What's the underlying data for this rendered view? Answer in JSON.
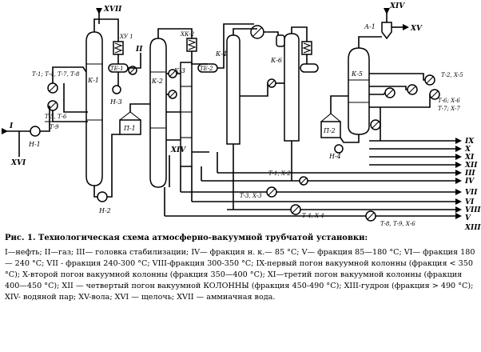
{
  "diagram": {
    "labels": {
      "k1": "К-1",
      "k2": "К-2",
      "k3": "К-3",
      "k4": "К-4",
      "k5": "К-5",
      "k6": "К-6",
      "p1": "П-1",
      "p2": "П-2",
      "n1": "Н-1",
      "n2": "Н-2",
      "n3": "Н-3",
      "n4": "Н-4",
      "xv1": "ХУ 1",
      "xk2": "ХК-2",
      "te1": "ТЕ-1",
      "te2": "ТЕ-2",
      "a1": "А-1",
      "t1_group": "Т-1; Т-4, Т-7, Т-8",
      "t5_t6": "Т-5, Т-6",
      "t9": "Т-9",
      "t1x2": "Т-1, Х-2",
      "t3x3": "Т-3, Х-3",
      "t4x4": "Т-4, Х-4",
      "t8t9x6": "Т-8, Т-9, Х-6",
      "t2x5": "Т-2, Х-5",
      "t6x6": "Т-6; Х-6",
      "t7x7": "Т-7; Х-7"
    },
    "streams": {
      "top_xvii": "XVII",
      "gas_ii": "II",
      "stab_iii": "III",
      "feed_i": "I",
      "alkali_xvi": "XVI",
      "steam_xiv_mid": "XIV",
      "steam_xiv_top": "XIV",
      "water_xv": "XV"
    },
    "outputs": [
      "IX",
      "X",
      "XI",
      "XII",
      "III",
      "IV",
      "VII",
      "VI",
      "VIII",
      "V",
      "XIII"
    ]
  },
  "caption": {
    "title": "Рис. 1. Технологическая схема атмосферно-вакуумной трубчатой установки:",
    "legend": "I—нефть; II—газ; III— головка стабилизации; IV— фракция н. к.— 85 °С; V— фракция 85—180 °С; VI— фракция 180— 240 °С; VII - фракция 240-300 °С; VIII-фракция 300-350 °С; IX-первый погон вакуумной колонны (фракция < 350 °С); X-второй погон вакуумной колонны (фракция 350—400 °С); XI—третий погон вакуумной колонны (фракция 400—450 °С); XII — четвертый погон вакуумной КОЛОННЫ (фракция 450-490 °С); XIII-гудрон (фракция > 490 °С); XIV- водяной пар; XV-вола; XVI — щелочь; XVII — аммиачная вода."
  }
}
